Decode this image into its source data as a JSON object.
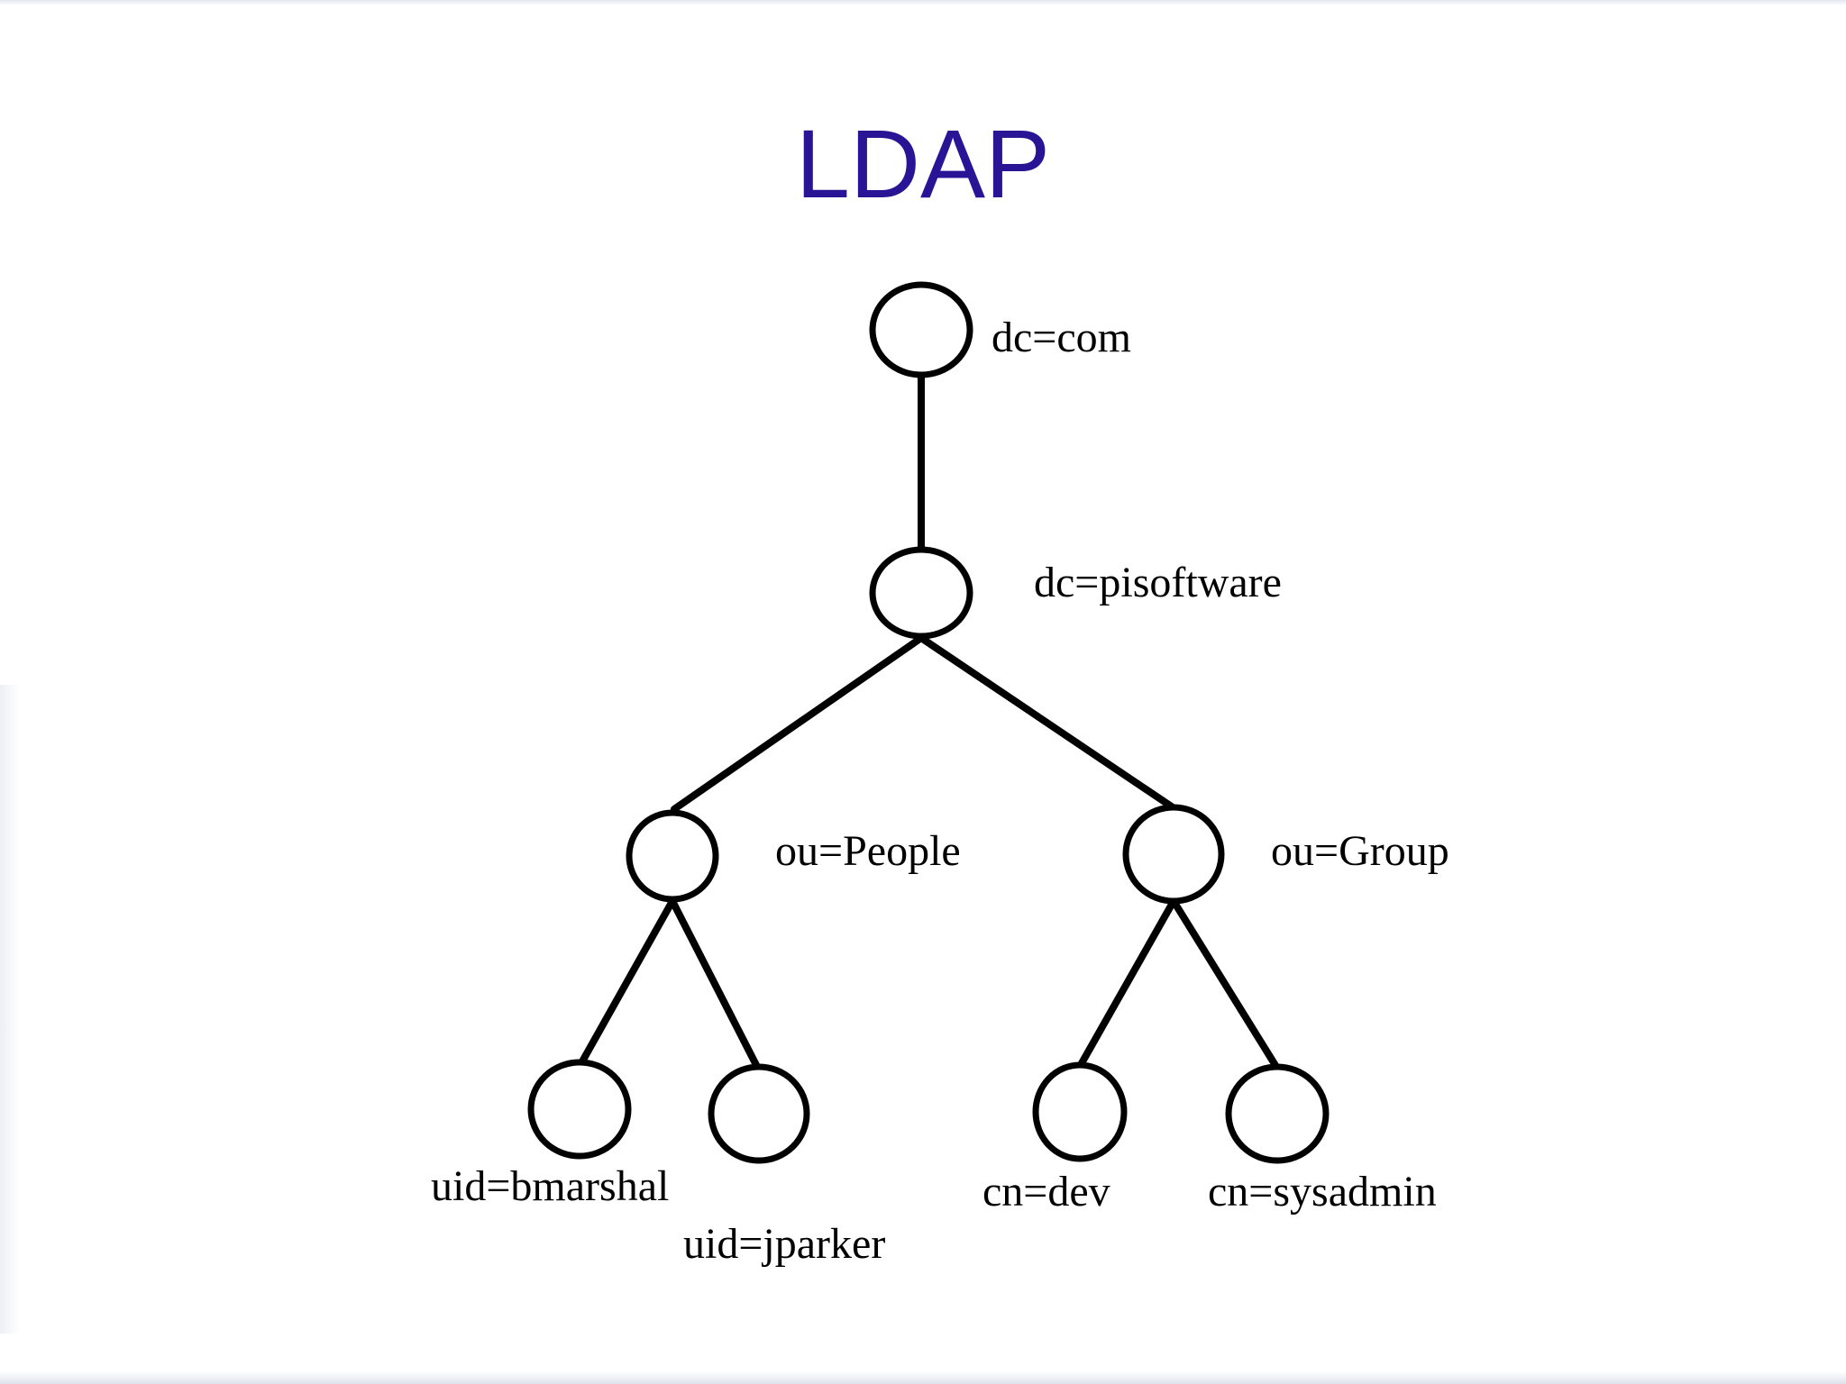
{
  "slide": {
    "title": "LDAP",
    "title_color": "#2a1496"
  },
  "tree": {
    "nodes": [
      {
        "id": "dc-com",
        "label": "dc=com"
      },
      {
        "id": "dc-pisoftware",
        "label": "dc=pisoftware"
      },
      {
        "id": "ou-people",
        "label": "ou=People"
      },
      {
        "id": "ou-group",
        "label": "ou=Group"
      },
      {
        "id": "uid-bmarshal",
        "label": "uid=bmarshal"
      },
      {
        "id": "uid-jparker",
        "label": "uid=jparker"
      },
      {
        "id": "cn-dev",
        "label": "cn=dev"
      },
      {
        "id": "cn-sysadmin",
        "label": "cn=sysadmin"
      }
    ],
    "edges": [
      {
        "from": "dc-com",
        "to": "dc-pisoftware"
      },
      {
        "from": "dc-pisoftware",
        "to": "ou-people"
      },
      {
        "from": "dc-pisoftware",
        "to": "ou-group"
      },
      {
        "from": "ou-people",
        "to": "uid-bmarshal"
      },
      {
        "from": "ou-people",
        "to": "uid-jparker"
      },
      {
        "from": "ou-group",
        "to": "cn-dev"
      },
      {
        "from": "ou-group",
        "to": "cn-sysadmin"
      }
    ]
  }
}
